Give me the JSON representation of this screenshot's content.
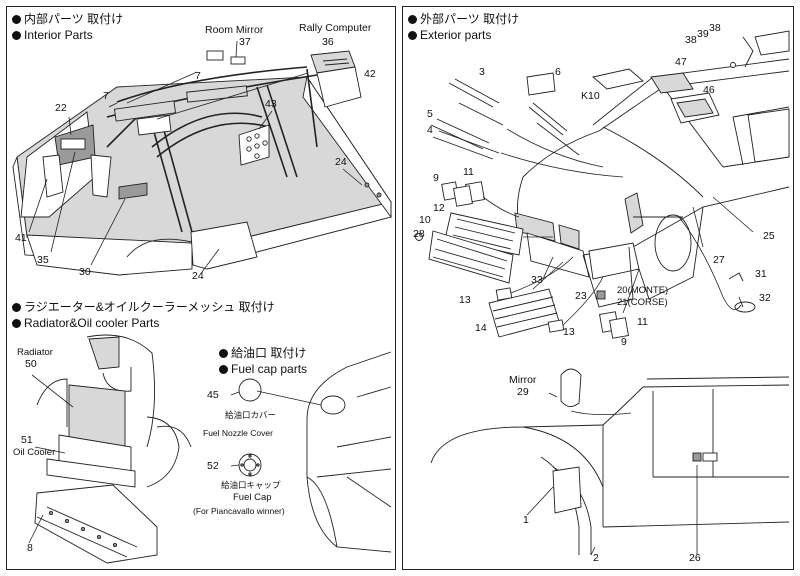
{
  "sections": {
    "interior_jp": "内部パーツ 取付け",
    "interior_en": "Interior Parts",
    "radiator_jp": "ラジエーター&オイルクーラーメッシュ 取付け",
    "radiator_en": "Radiator&Oil cooler Parts",
    "fuelcap_jp": "給油口 取付け",
    "fuelcap_en": "Fuel cap parts",
    "exterior_jp": "外部パーツ 取付け",
    "exterior_en": "Exterior parts"
  },
  "labels": {
    "room_mirror": "Room Mirror",
    "rally_computer": "Rally Computer",
    "radiator": "Radiator",
    "oil_cooler": "Oil Cooler",
    "mirror": "Mirror",
    "fuel_nozzle_jp": "給油口カバー",
    "fuel_nozzle_en": "Fuel Nozzle Cover",
    "fuel_cap_jp": "給油口キャップ",
    "fuel_cap_en": "Fuel Cap",
    "fuel_cap_note": "(For Piancavallo winner)",
    "monte": "20(MONTE)",
    "corse": "21(CORSE)",
    "k10": "K10"
  },
  "parts": {
    "interior": [
      "37",
      "36",
      "42",
      "7",
      "7",
      "22",
      "43",
      "24",
      "24",
      "41",
      "35",
      "30"
    ],
    "radiator": [
      "50",
      "51",
      "8"
    ],
    "fuelcap": [
      "45",
      "52"
    ],
    "exterior": [
      "3",
      "6",
      "47",
      "38",
      "39",
      "38",
      "46",
      "5",
      "4",
      "9",
      "11",
      "12",
      "10",
      "28",
      "33",
      "13",
      "14",
      "13",
      "23",
      "11",
      "9",
      "31",
      "32",
      "27",
      "25",
      "29",
      "1",
      "2",
      "26"
    ]
  },
  "icons": [
    "bullet-dot-icon"
  ]
}
